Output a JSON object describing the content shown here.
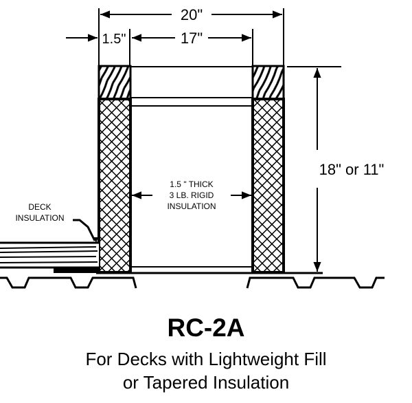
{
  "diagram": {
    "dimensions": {
      "overall_width": "20\"",
      "side_width": "1.5\"",
      "inner_width": "17\"",
      "height": "18\" or 11\""
    },
    "labels": {
      "insulation_line1": "1.5 \" THICK",
      "insulation_line2": "3 LB. RIGID",
      "insulation_line3": "INSULATION",
      "deck_line1": "DECK",
      "deck_line2": "INSULATION"
    }
  },
  "caption": {
    "title": "RC-2A",
    "line1": "For Decks with Lightweight Fill",
    "line2": "or Tapered Insulation"
  }
}
